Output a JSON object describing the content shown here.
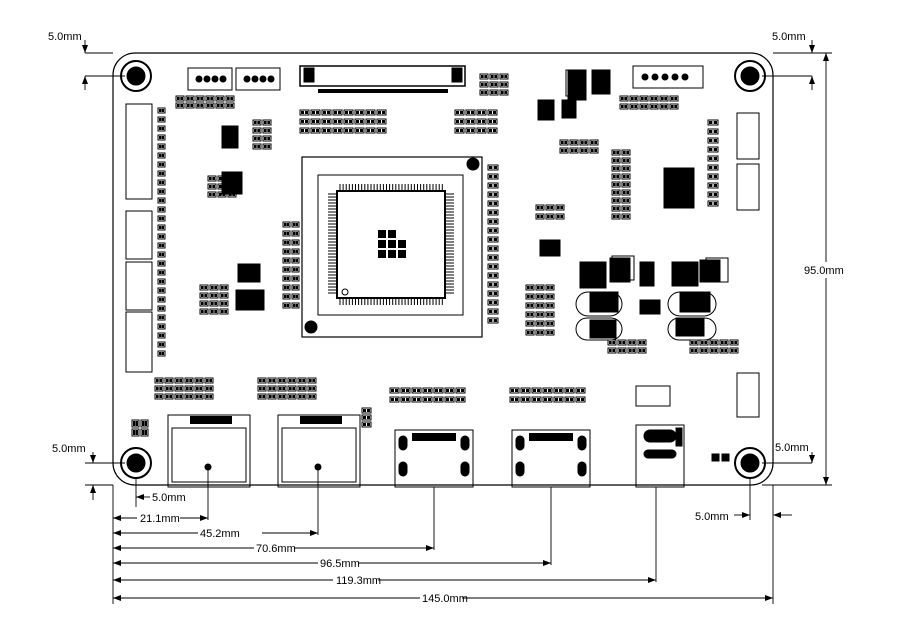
{
  "drawing": {
    "dimensions": {
      "corner_top_left": "5.0mm",
      "corner_top_right": "5.0mm",
      "corner_left_lower": "5.0mm",
      "corner_right_lower": "5.0mm",
      "hole_lower_left_x": "5.0mm",
      "hole_lower_right_x": "5.0mm",
      "height_total": "95.0mm",
      "x_21": "21.1mm",
      "x_45": "45.2mm",
      "x_70": "70.6mm",
      "x_96": "96.5mm",
      "x_119": "119.3mm",
      "width_total": "145.0mm"
    }
  }
}
